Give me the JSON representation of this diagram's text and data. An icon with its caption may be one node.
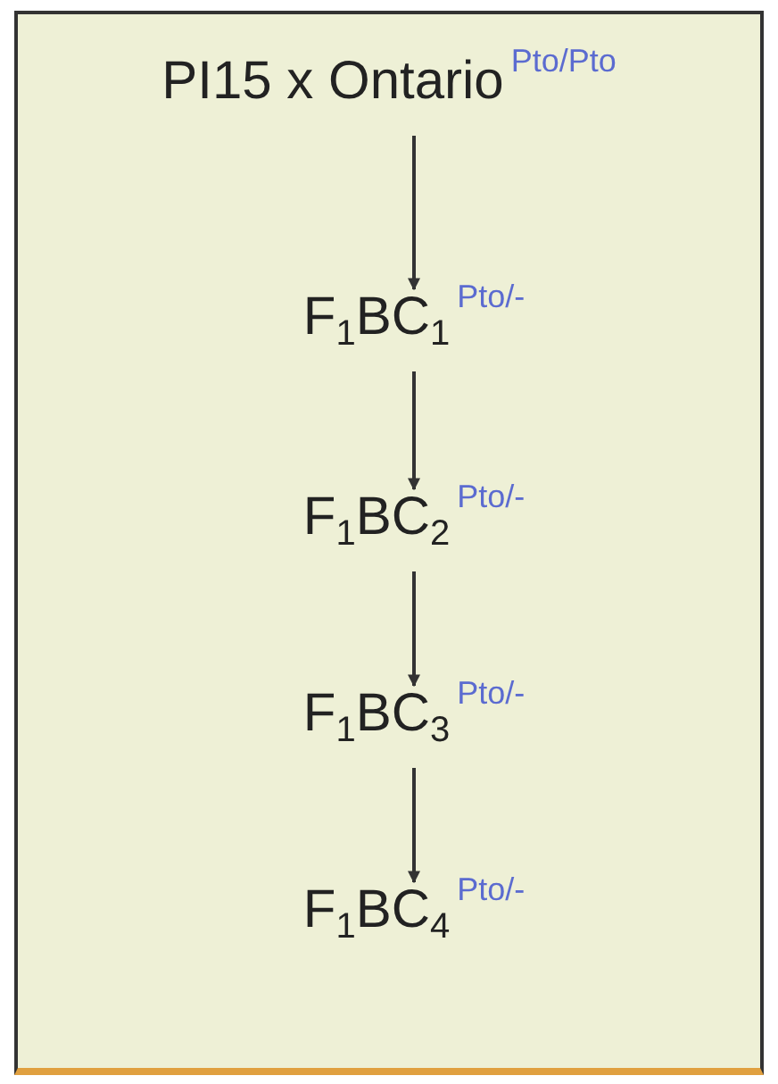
{
  "diagram": {
    "nodes": [
      {
        "text": [
          "PI15 x Ontario",
          "Pto/Pto"
        ]
      },
      {
        "text": [
          "F$_{1}$BC$_{1}$",
          "Pto/-"
        ]
      },
      {
        "text": [
          "F$_{1}$BC$_{2}$",
          "Pto/-"
        ]
      },
      {
        "text": [
          "F$_{1}$BC$_{3}$",
          "Pto/-"
        ]
      },
      {
        "text": [
          "F$_{1}$BC$_{4}$",
          "Pto/-"
        ]
      }
    ],
    "edges": [
      {
        "from": 0,
        "to": 1,
        "arrow": "to"
      },
      {
        "from": 1,
        "to": 2,
        "arrow": "to"
      },
      {
        "from": 2,
        "to": 3,
        "arrow": "to"
      },
      {
        "from": 3,
        "to": 4,
        "arrow": "to"
      }
    ]
  }
}
